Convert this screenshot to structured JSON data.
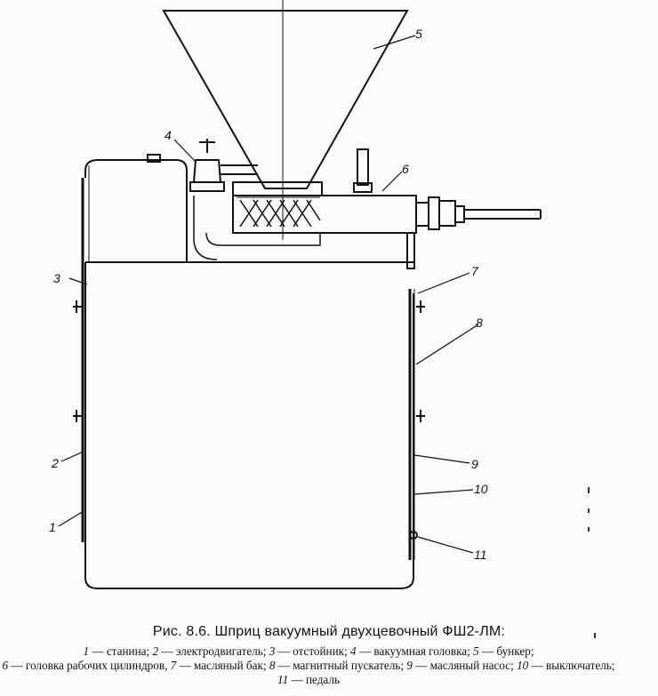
{
  "labels": {
    "l1": "1",
    "l2": "2",
    "l3": "3",
    "l4": "4",
    "l5": "5",
    "l6": "6",
    "l7": "7",
    "l8": "8",
    "l9": "9",
    "l10": "10",
    "l11": "11"
  },
  "caption": "Рис. 8.6. Шприц вакуумный двухцевочный ФШ2-ЛМ:",
  "legend": [
    {
      "num": "1",
      "dash": " — ",
      "text": "станина;"
    },
    {
      "num": "2",
      "dash": " — ",
      "text": "электродвигатель;"
    },
    {
      "num": "3",
      "dash": " — ",
      "text": "отстойник;"
    },
    {
      "num": "4",
      "dash": " — ",
      "text": "вакуумная головка;"
    },
    {
      "num": "5",
      "dash": " — ",
      "text": "бункер;"
    },
    {
      "num": "6",
      "dash": " — ",
      "text": "головка рабочих цилиндров,"
    },
    {
      "num": "7",
      "dash": " — ",
      "text": "масляный бак;"
    },
    {
      "num": "8",
      "dash": " — ",
      "text": "магнитный пускатель;"
    },
    {
      "num": "9",
      "dash": " — ",
      "text": "масляный насос;"
    },
    {
      "num": "10",
      "dash": " — ",
      "text": "выключатель;"
    },
    {
      "num": "11",
      "dash": " — ",
      "text": "педаль"
    }
  ]
}
